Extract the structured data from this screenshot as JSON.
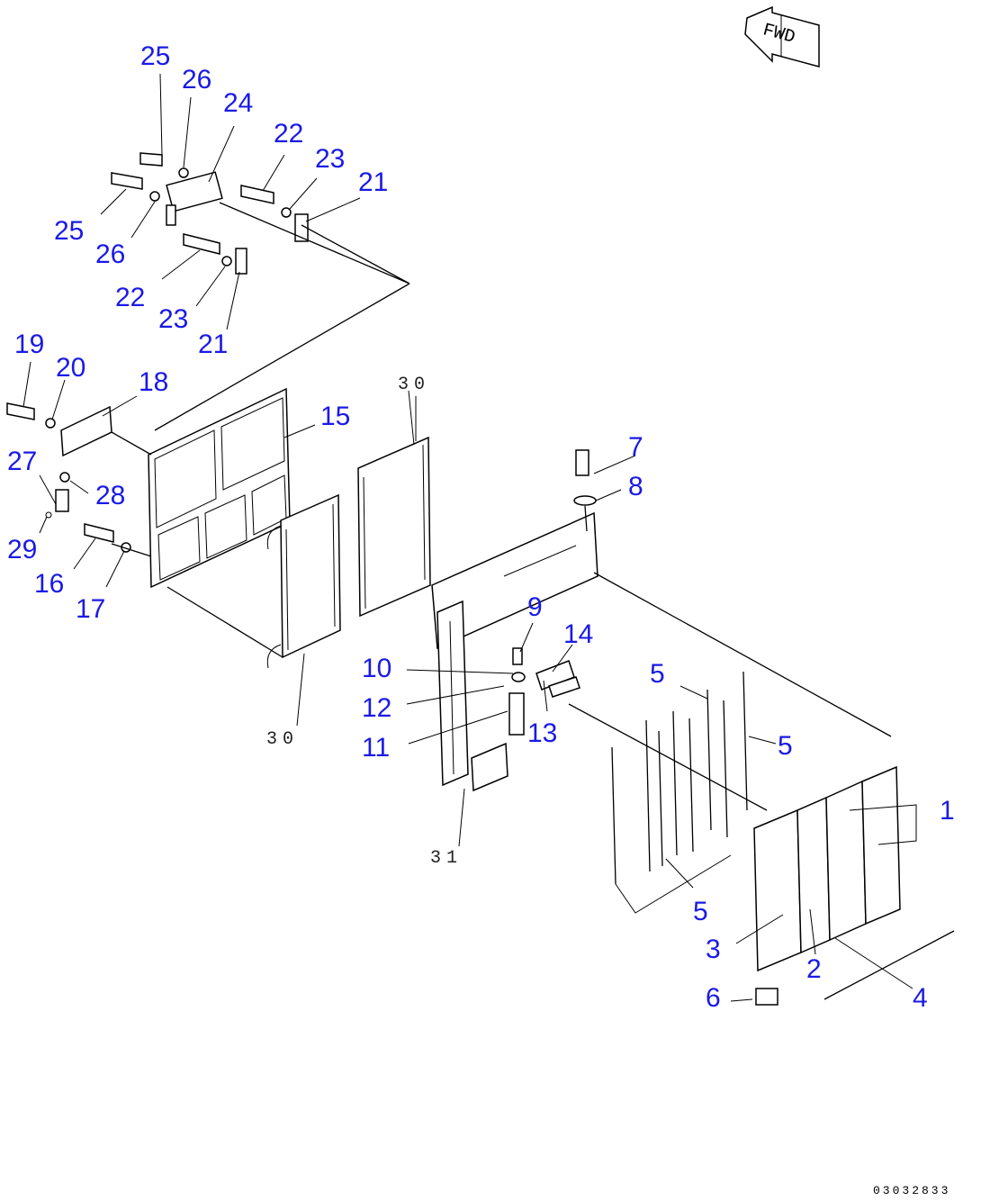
{
  "diagram": {
    "fwd_label": "FWD",
    "drawing_code": "03032833",
    "callouts": [
      {
        "id": "c25a",
        "label": "25"
      },
      {
        "id": "c26a",
        "label": "26"
      },
      {
        "id": "c24",
        "label": "24"
      },
      {
        "id": "c22a",
        "label": "22"
      },
      {
        "id": "c23a",
        "label": "23"
      },
      {
        "id": "c21a",
        "label": "21"
      },
      {
        "id": "c25b",
        "label": "25"
      },
      {
        "id": "c26b",
        "label": "26"
      },
      {
        "id": "c22b",
        "label": "22"
      },
      {
        "id": "c23b",
        "label": "23"
      },
      {
        "id": "c21b",
        "label": "21"
      },
      {
        "id": "c19",
        "label": "19"
      },
      {
        "id": "c20",
        "label": "20"
      },
      {
        "id": "c18",
        "label": "18"
      },
      {
        "id": "c15",
        "label": "15"
      },
      {
        "id": "c27",
        "label": "27"
      },
      {
        "id": "c28",
        "label": "28"
      },
      {
        "id": "c29",
        "label": "29"
      },
      {
        "id": "c16",
        "label": "16"
      },
      {
        "id": "c17",
        "label": "17"
      },
      {
        "id": "c7",
        "label": "7"
      },
      {
        "id": "c8",
        "label": "8"
      },
      {
        "id": "c9",
        "label": "9"
      },
      {
        "id": "c14",
        "label": "14"
      },
      {
        "id": "c10",
        "label": "10"
      },
      {
        "id": "c12",
        "label": "12"
      },
      {
        "id": "c11",
        "label": "11"
      },
      {
        "id": "c13",
        "label": "13"
      },
      {
        "id": "c5a",
        "label": "5"
      },
      {
        "id": "c5b",
        "label": "5"
      },
      {
        "id": "c5c",
        "label": "5"
      },
      {
        "id": "c1",
        "label": "1"
      },
      {
        "id": "c3",
        "label": "3"
      },
      {
        "id": "c2",
        "label": "2"
      },
      {
        "id": "c6",
        "label": "6"
      },
      {
        "id": "c4",
        "label": "4"
      }
    ],
    "refs": [
      {
        "id": "r30a",
        "label": "30"
      },
      {
        "id": "r30b",
        "label": "30"
      },
      {
        "id": "r31",
        "label": "31"
      }
    ]
  }
}
